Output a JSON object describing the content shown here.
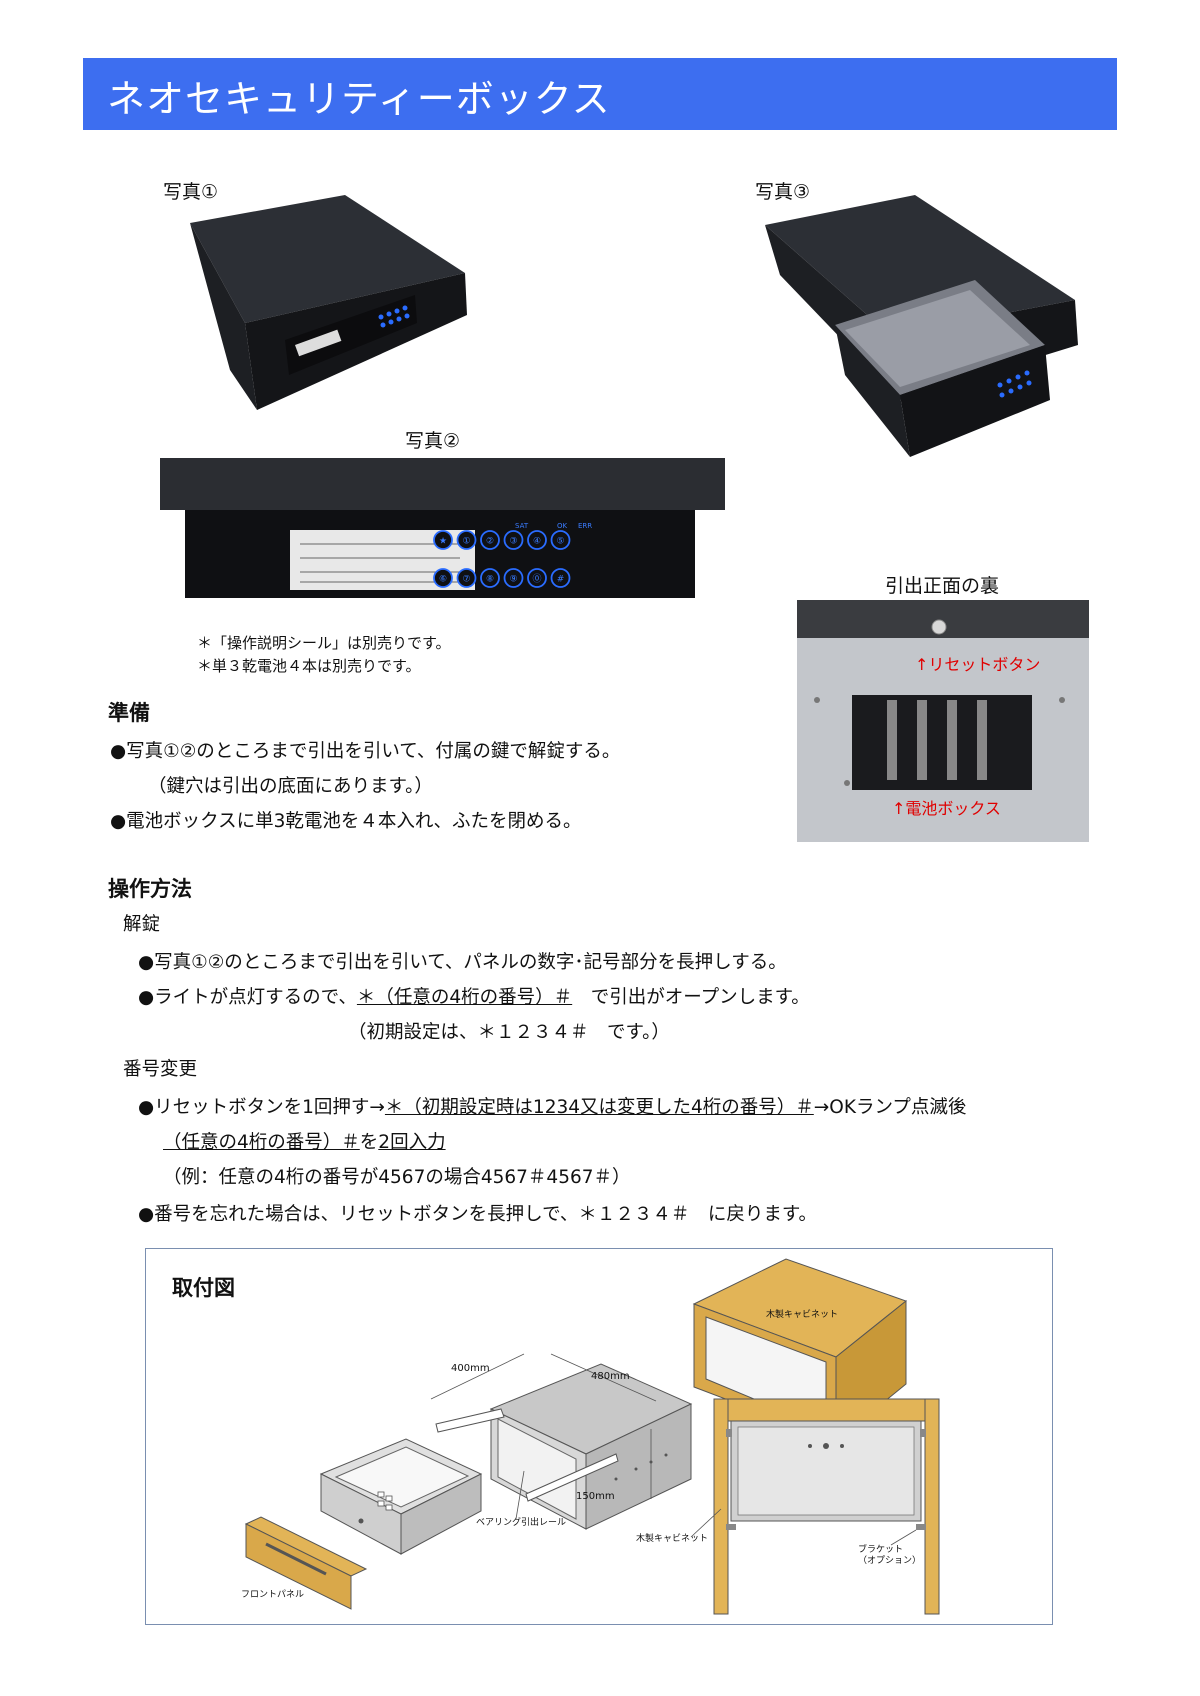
{
  "title": "ネオセキュリティーボックス",
  "photos": {
    "p1": "写真①",
    "p2": "写真②",
    "p3": "写真③",
    "back": "引出正面の裏"
  },
  "notes": [
    "＊「操作説明シール」は別売りです。",
    "＊単３乾電池４本は別売りです。"
  ],
  "back_labels": {
    "reset": "↑リセットボタン",
    "battery": "↑電池ボックス"
  },
  "keypad": {
    "row1": [
      "★",
      "①",
      "②",
      "③",
      "④",
      "⑤"
    ],
    "row2": [
      "⑥",
      "⑦",
      "⑧",
      "⑨",
      "⓪",
      "#"
    ],
    "sat": "SAT",
    "ok": "OK",
    "err": "ERR"
  },
  "prep": {
    "heading": "準備",
    "line1": "●写真①②のところまで引出を引いて、付属の鍵で解錠する。",
    "line2": "（鍵穴は引出の底面にあります。）",
    "line3": "●電池ボックスに単3乾電池を４本入れ、ふたを閉める。"
  },
  "ops": {
    "heading": "操作方法",
    "unlock_heading": "解錠",
    "unlock1": "●写真①②のところまで引出を引いて、パネルの数字･記号部分を長押しする。",
    "unlock2_a": "●ライトが点灯するので、",
    "unlock2_b": "＊（任意の4桁の番号）＃",
    "unlock2_c": "　で引出がオープンします。",
    "unlock3": "（初期設定は、＊１２３４＃　です。）",
    "change_heading": "番号変更",
    "change1_a": "●リセットボタンを1回押す→",
    "change1_b": "＊（初期設定時は1234又は変更した4桁の番号）＃",
    "change1_c": "→OKランプ点滅後",
    "change2_a": "（任意の4桁の番号）＃",
    "change2_b": "を",
    "change2_c": "2回入力",
    "change3": "（例：任意の4桁の番号が4567の場合4567＃4567＃）",
    "change4": "●番号を忘れた場合は、リセットボタンを長押しで、＊１２３４＃　に戻ります。"
  },
  "install": {
    "heading": "取付図",
    "cabinet": "木製キャビネット",
    "dim_w": "400mm",
    "dim_d": "480mm",
    "dim_h": "150mm",
    "rail": "ベアリング引出レール",
    "front": "フロントパネル",
    "cabinet2": "木製キャビネット",
    "bracket1": "ブラケット",
    "bracket2": "（オプション）"
  }
}
